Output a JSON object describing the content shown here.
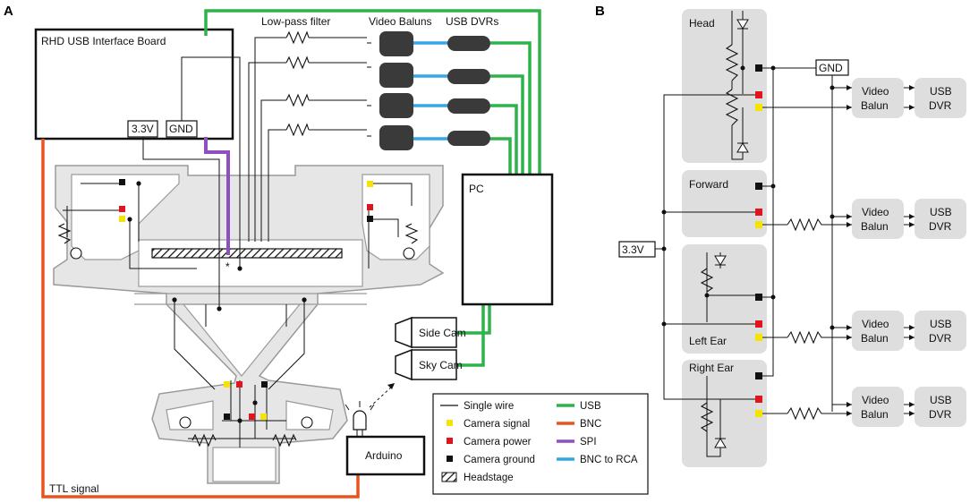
{
  "panel_a": {
    "letter": "A",
    "interface_board": "RHD USB Interface Board",
    "v33": "3.3V",
    "gnd": "GND",
    "lowpass": "Low-pass filter",
    "baluns": "Video Baluns",
    "dvrs": "USB DVRs",
    "pc": "PC",
    "side_cam": "Side Cam",
    "sky_cam": "Sky Cam",
    "arduino": "Arduino",
    "ttl": "TTL signal",
    "asterisk": "*"
  },
  "legend": {
    "items": [
      {
        "label": "Single wire",
        "kind": "line",
        "color": "#111111"
      },
      {
        "label": "Camera signal",
        "kind": "square",
        "color": "#f5e400"
      },
      {
        "label": "Camera power",
        "kind": "square",
        "color": "#e0141e"
      },
      {
        "label": "Camera ground",
        "kind": "square",
        "color": "#111111"
      },
      {
        "label": "Headstage",
        "kind": "hatch",
        "color": "#111111"
      },
      {
        "label": "USB",
        "kind": "line",
        "color": "#2db34a"
      },
      {
        "label": "BNC",
        "kind": "line",
        "color": "#e8531f"
      },
      {
        "label": "SPI",
        "kind": "line",
        "color": "#8e4fc0"
      },
      {
        "label": "BNC to RCA",
        "kind": "line",
        "color": "#35a6e6"
      }
    ]
  },
  "panel_b": {
    "letter": "B",
    "gnd": "GND",
    "v33": "3.3V",
    "cameras": [
      "Head",
      "Forward",
      "Left Ear",
      "Right Ear"
    ],
    "video_line1": "Video",
    "video_line2": "Balun",
    "usb_line1": "USB",
    "usb_line2": "DVR"
  },
  "colors": {
    "usb": "#2db34a",
    "bnc": "#e8531f",
    "spi": "#8e4fc0",
    "bnc_rca": "#35a6e6",
    "signal": "#f5e400",
    "power": "#e0141e",
    "ground": "#111111",
    "box_fill": "#dedede",
    "balun_fill": "#3a3a3a"
  }
}
